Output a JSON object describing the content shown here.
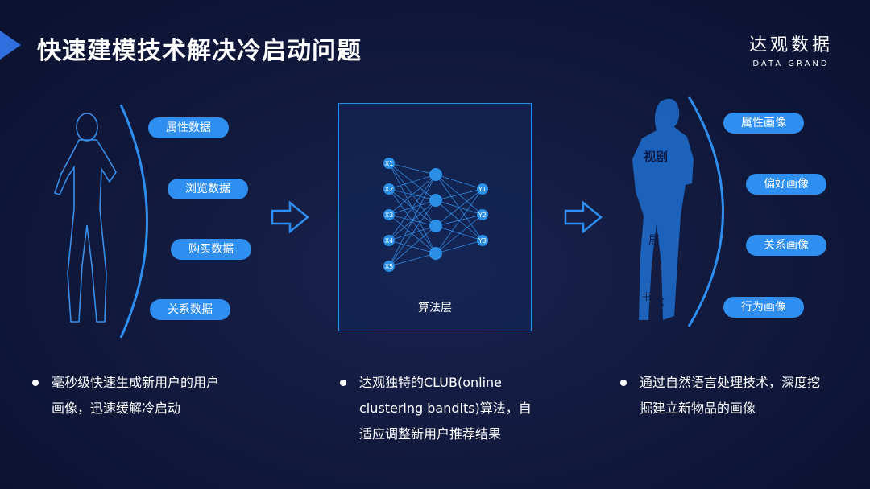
{
  "header": {
    "title": "快速建模技术解决冷启动问题"
  },
  "brand": {
    "name_cn": "达观数据",
    "name_en": "DATA GRAND"
  },
  "left_tags": [
    "属性数据",
    "浏览数据",
    "购买数据",
    "关系数据"
  ],
  "center": {
    "label": "算法层",
    "inputs": [
      "X1",
      "X2",
      "X3",
      "X4",
      "X5"
    ],
    "outputs": [
      "Y1",
      "Y2",
      "Y3"
    ]
  },
  "right_tags": [
    "属性画像",
    "偏好画像",
    "关系画像",
    "行为画像"
  ],
  "silhouette_words": [
    "视剧",
    "居",
    "书",
    "居"
  ],
  "bullets": [
    {
      "line1": "毫秒级快速生成新用户的用户",
      "line2": "画像，迅速缓解冷启动",
      "line3": ""
    },
    {
      "line1": "达观独特的CLUB(online",
      "line2": "clustering bandits)算法，自",
      "line3": "适应调整新用户推荐结果"
    },
    {
      "line1": "通过自然语言处理技术，深度挖",
      "line2": "掘建立新物品的画像",
      "line3": ""
    }
  ],
  "colors": {
    "accent": "#2f8ff0",
    "node": "#2b8fe6",
    "background": "#121a3e"
  }
}
